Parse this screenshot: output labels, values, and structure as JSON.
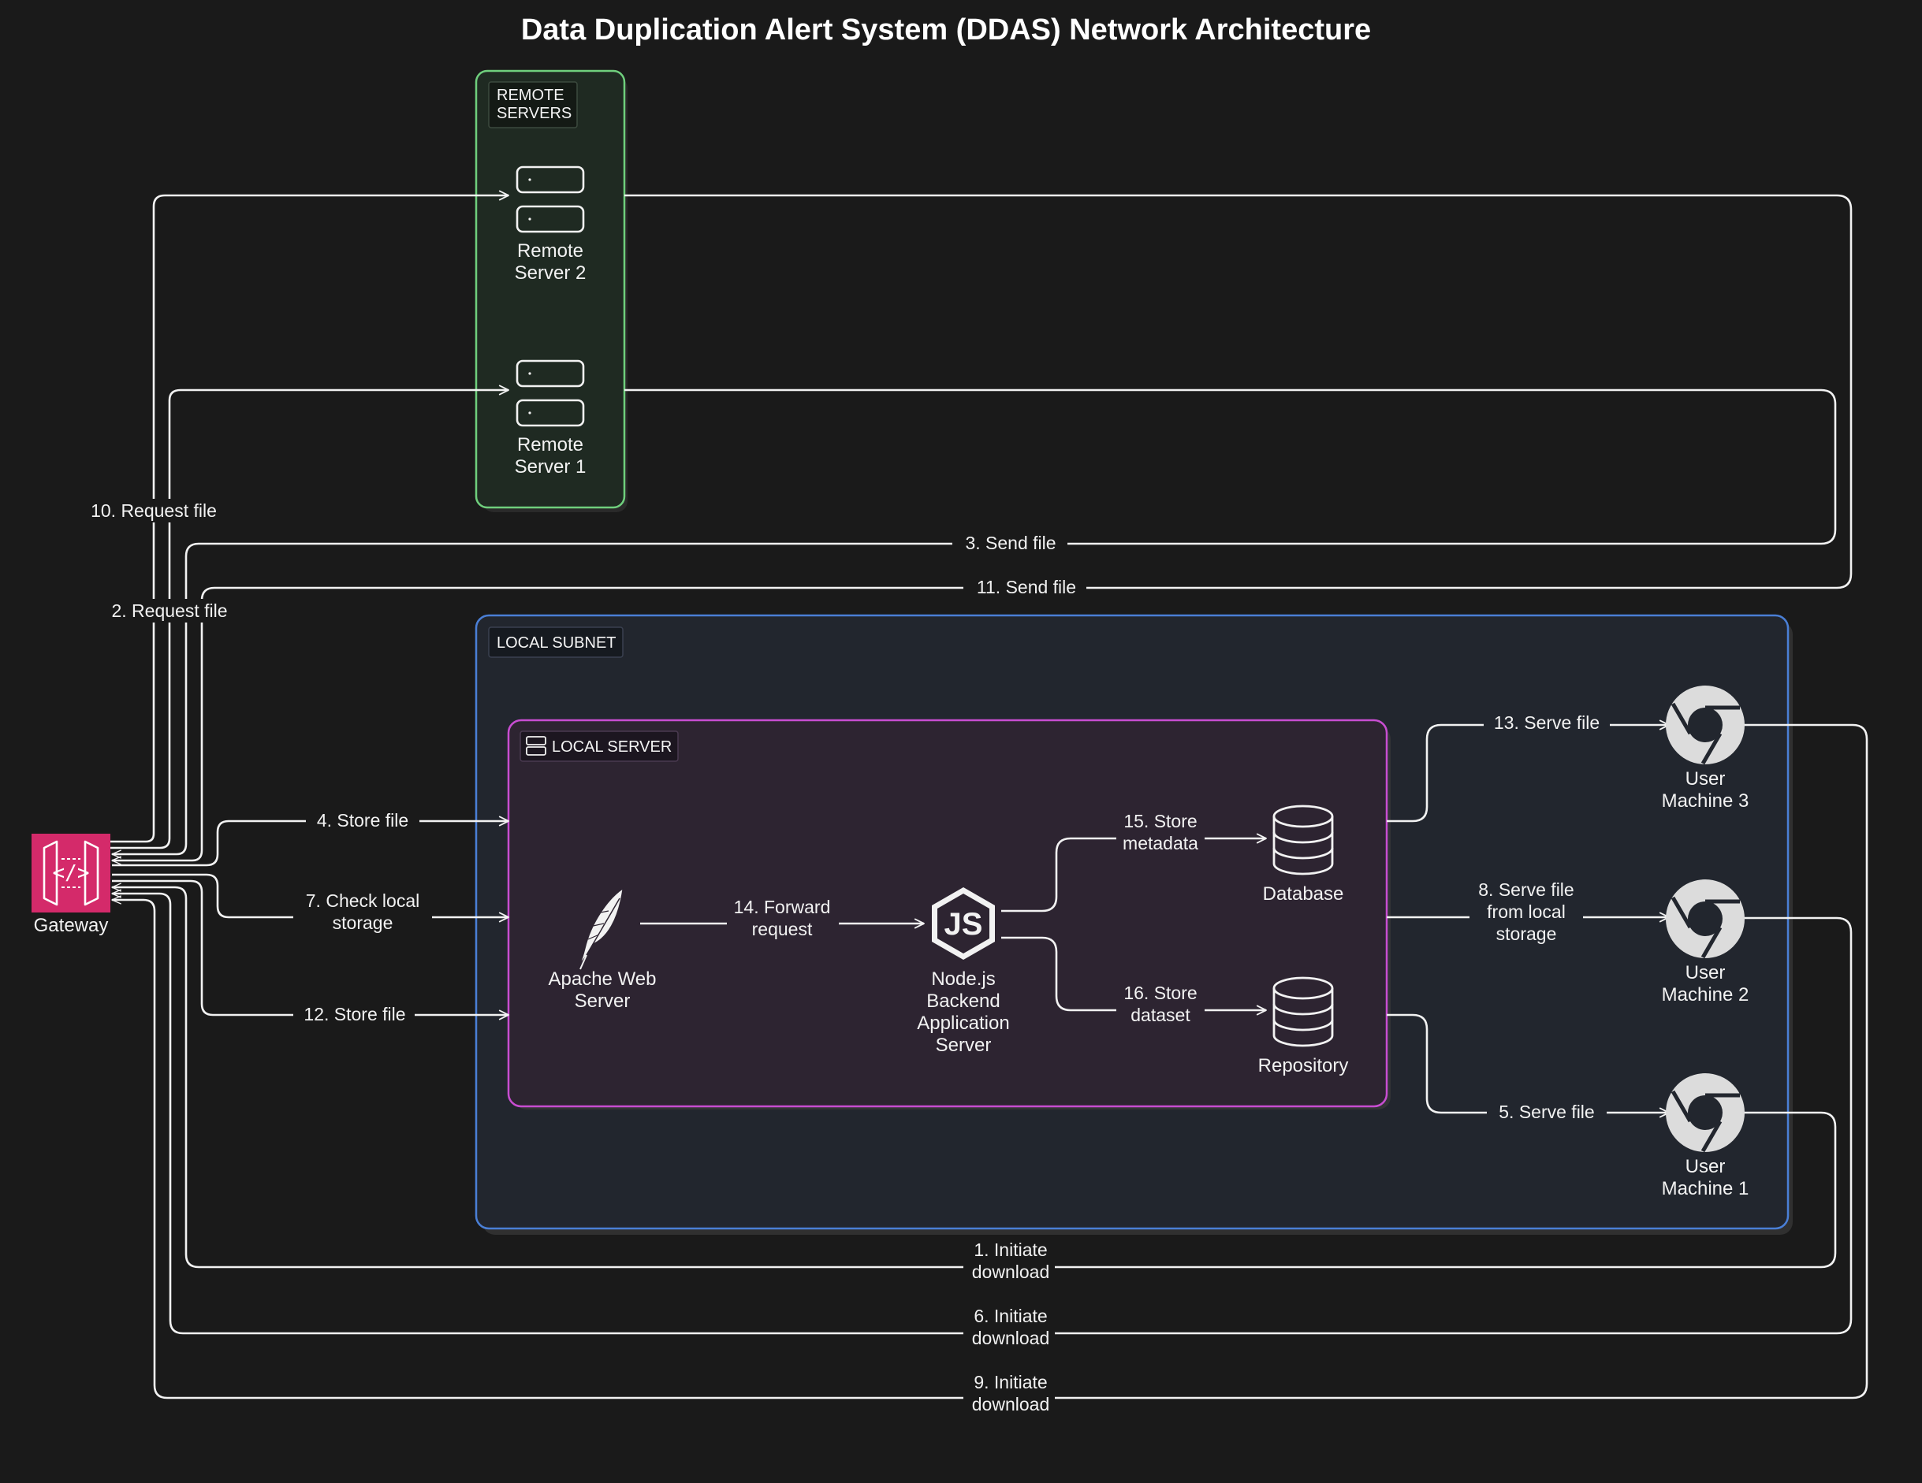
{
  "title": "Data Duplication Alert System (DDAS) Network Architecture",
  "groups": {
    "remote": {
      "label_line1": "REMOTE",
      "label_line2": "SERVERS",
      "color": "#6fcf7d"
    },
    "subnet": {
      "label": "LOCAL SUBNET",
      "color": "#4a7fd6"
    },
    "server": {
      "label": "LOCAL SERVER",
      "color": "#c84dd1"
    }
  },
  "nodes": {
    "remote2": {
      "line1": "Remote",
      "line2": "Server 2",
      "icon": "server-icon"
    },
    "remote1": {
      "line1": "Remote",
      "line2": "Server 1",
      "icon": "server-icon"
    },
    "gateway": {
      "label": "Gateway",
      "icon": "api-gateway-icon",
      "color": "#e0306f"
    },
    "apache": {
      "line1": "Apache Web",
      "line2": "Server",
      "icon": "feather-icon"
    },
    "node": {
      "line1": "Node.js",
      "line2": "Backend",
      "line3": "Application",
      "line4": "Server",
      "icon": "nodejs-icon"
    },
    "database": {
      "label": "Database",
      "icon": "database-icon"
    },
    "repository": {
      "label": "Repository",
      "icon": "database-icon"
    },
    "user3": {
      "line1": "User",
      "line2": "Machine 3",
      "icon": "chrome-icon"
    },
    "user2": {
      "line1": "User",
      "line2": "Machine 2",
      "icon": "chrome-icon"
    },
    "user1": {
      "line1": "User",
      "line2": "Machine 1",
      "icon": "chrome-icon"
    }
  },
  "edges": {
    "e10": "10. Request file",
    "e2": "2. Request file",
    "e3": "3. Send file",
    "e11": "11. Send file",
    "e4": "4. Store file",
    "e7_1": "7. Check local",
    "e7_2": "storage",
    "e12": "12. Store file",
    "e14_1": "14. Forward",
    "e14_2": "request",
    "e15_1": "15. Store",
    "e15_2": "metadata",
    "e16_1": "16. Store",
    "e16_2": "dataset",
    "e13": "13. Serve file",
    "e8_1": "8. Serve file",
    "e8_2": "from local",
    "e8_3": "storage",
    "e5": "5. Serve file",
    "e1_1": "1. Initiate",
    "e1_2": "download",
    "e6_1": "6. Initiate",
    "e6_2": "download",
    "e9_1": "9. Initiate",
    "e9_2": "download"
  }
}
